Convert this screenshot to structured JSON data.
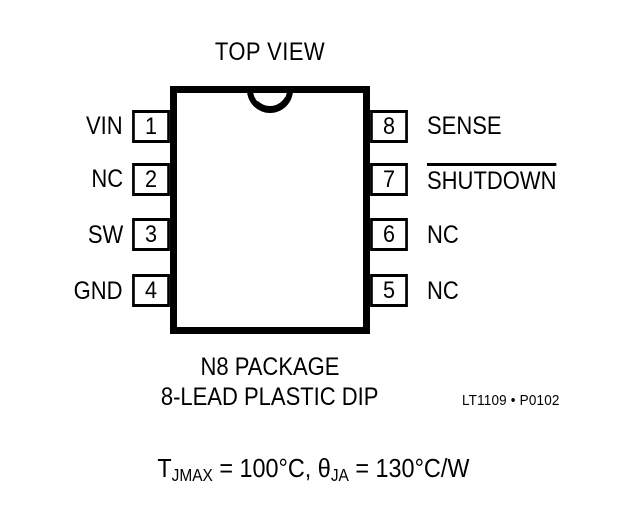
{
  "title": "TOP VIEW",
  "package": {
    "notch_icon": "package-notch-semicircle",
    "left_pins": [
      {
        "number": "1",
        "name": "VIN"
      },
      {
        "number": "2",
        "name": "NC"
      },
      {
        "number": "3",
        "name": "SW"
      },
      {
        "number": "4",
        "name": "GND"
      }
    ],
    "right_pins": [
      {
        "number": "8",
        "name": "SENSE",
        "active_low": false
      },
      {
        "number": "7",
        "name": "SHUTDOWN",
        "active_low": true
      },
      {
        "number": "6",
        "name": "NC",
        "active_low": false
      },
      {
        "number": "5",
        "name": "NC",
        "active_low": false
      }
    ]
  },
  "caption": {
    "line1": "N8 PACKAGE",
    "line2": "8-LEAD PLASTIC DIP"
  },
  "part_marking": "LT1109 • P0102",
  "thermal": {
    "tj_symbol": "T",
    "tj_subscript": "JMAX",
    "tj_value": " = 100°C, ",
    "theta_symbol": "θ",
    "theta_subscript": "JA",
    "theta_value": " = 130°C/W"
  },
  "colors": {
    "ink": "#000000",
    "background": "#ffffff"
  }
}
